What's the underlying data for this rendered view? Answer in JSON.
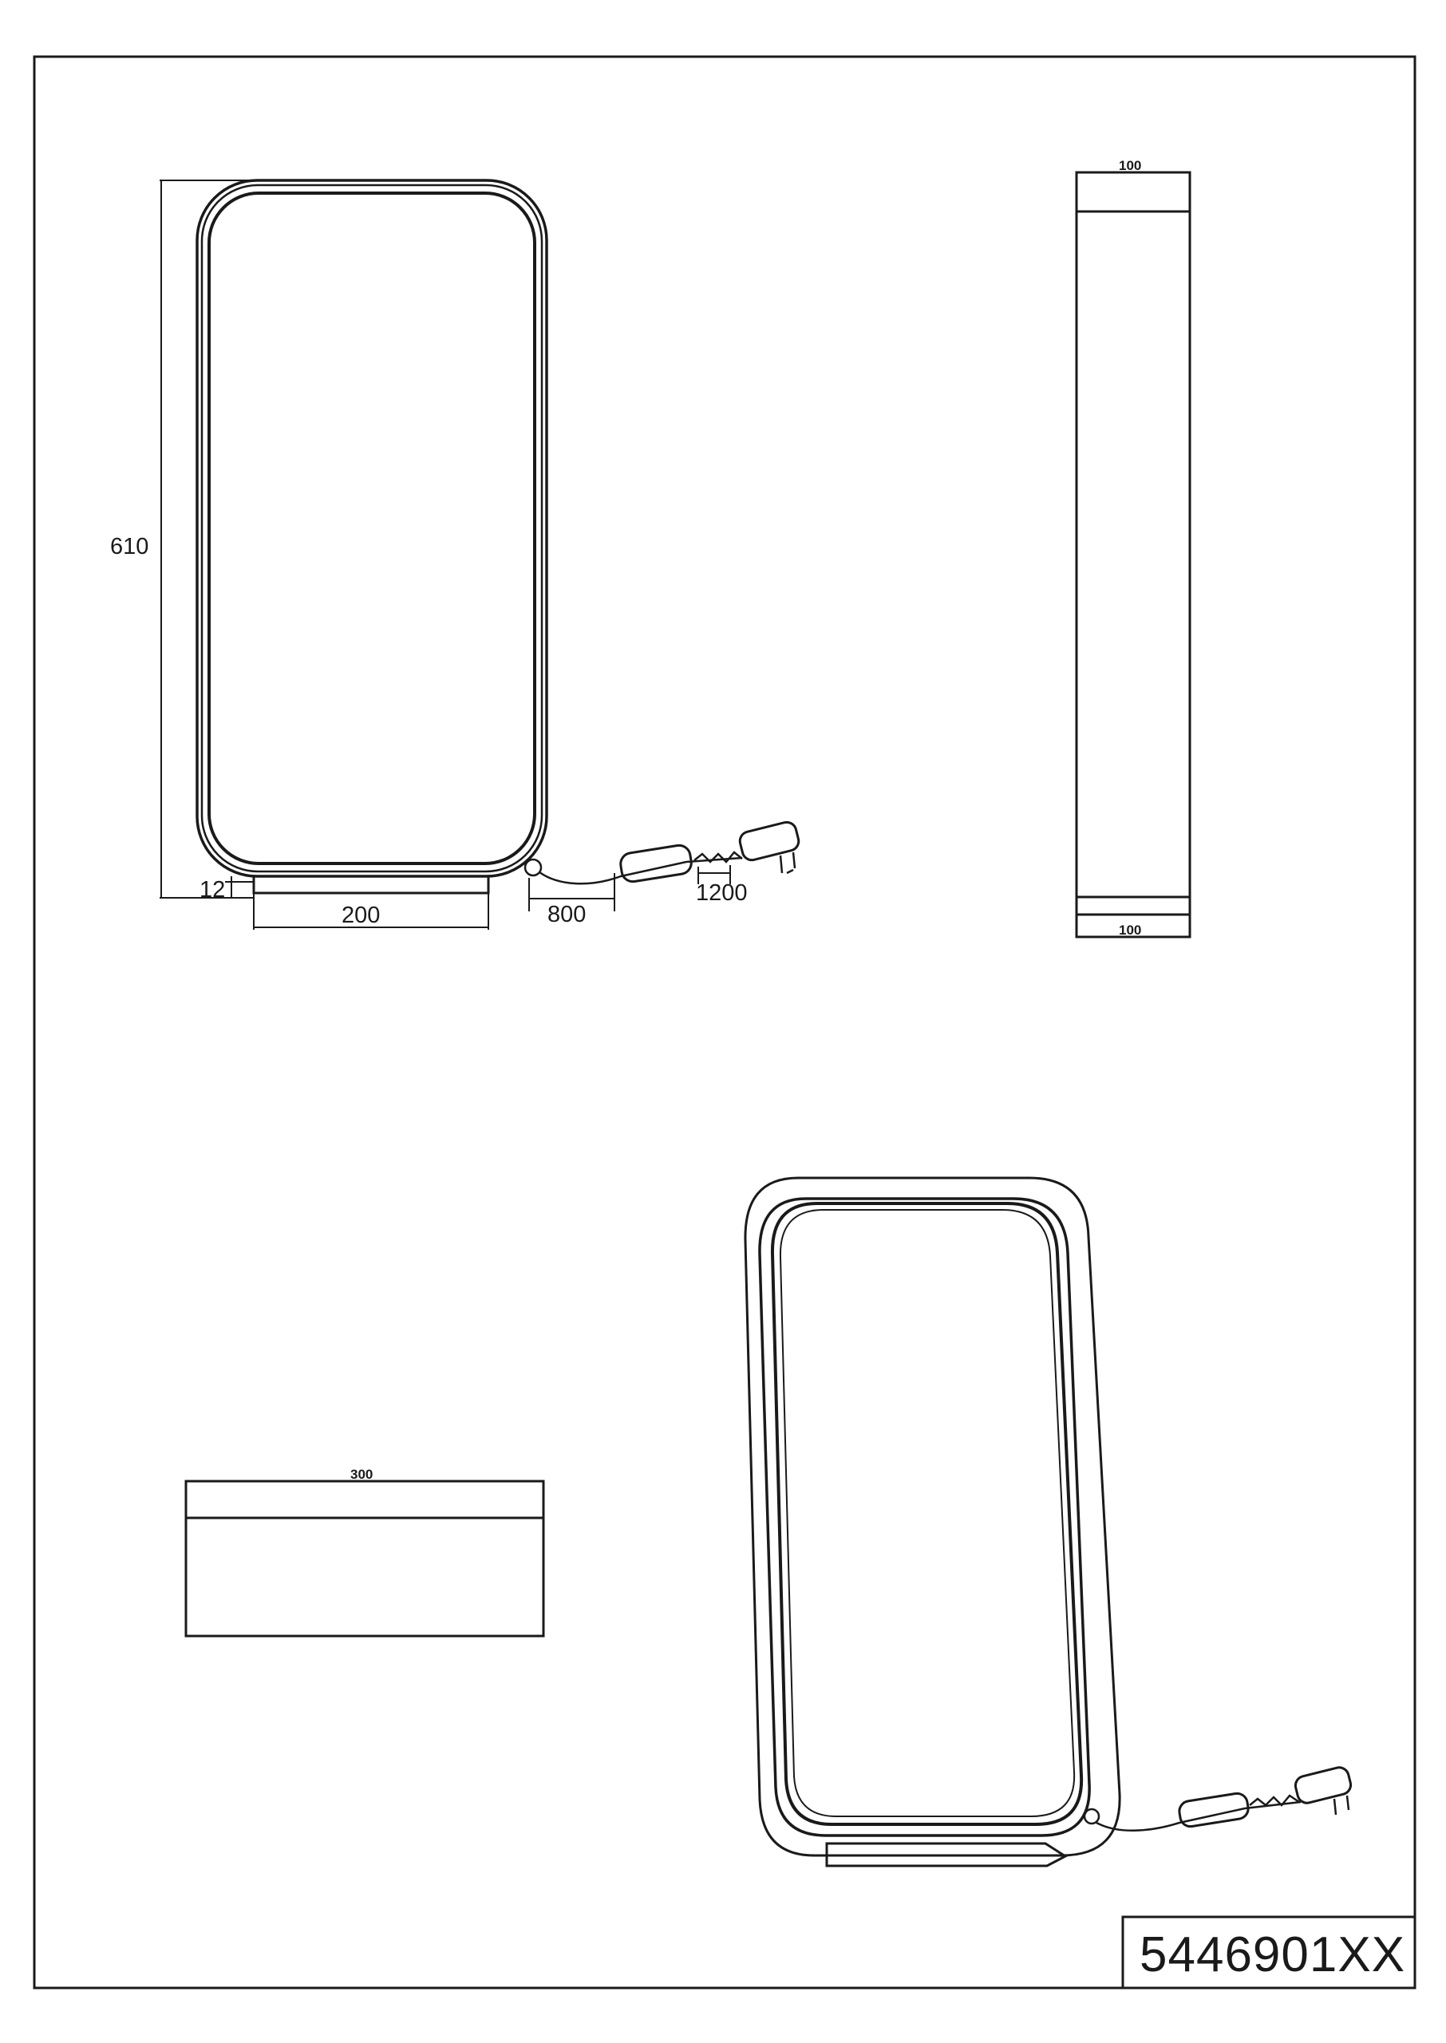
{
  "drawing": {
    "article_number": "5446901XX",
    "front_view": {
      "height_label": "610",
      "base_thickness_label": "12",
      "base_width_label": "200",
      "cable_length_1_label": "800",
      "cable_length_2_label": "1200"
    },
    "side_view": {
      "top_width_label": "100",
      "bottom_width_label": "100"
    },
    "top_view": {
      "width_label": "300"
    }
  }
}
